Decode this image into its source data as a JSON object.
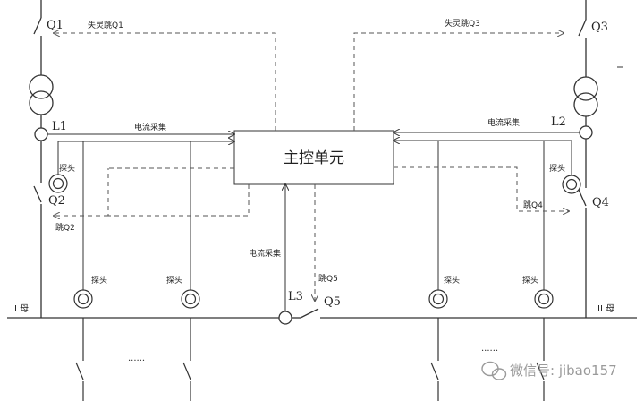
{
  "diagram": {
    "main_unit": "主控单元",
    "breakers": {
      "q1": "Q1",
      "q2": "Q2",
      "q3": "Q3",
      "q4": "Q4",
      "q5": "Q5"
    },
    "sensors": {
      "l1": "L1",
      "l2": "L2",
      "l3": "L3"
    },
    "buses": {
      "left": "I 母",
      "right": "II 母"
    },
    "signals": {
      "trip_q1": "失灵跳Q1",
      "trip_q3": "失灵跳Q3",
      "trip_q2": "跳Q2",
      "trip_q4": "跳Q4",
      "trip_q5": "跳Q5",
      "current_left": "电流采集",
      "current_right": "电流采集",
      "current_bottom": "电流采集"
    },
    "probe_label": "探头",
    "ellipsis": "......"
  },
  "watermark": {
    "text": "微信号: jibao157"
  },
  "colors": {
    "line": "#333333",
    "dashed": "#555555",
    "watermark": "#9a9a9a"
  }
}
